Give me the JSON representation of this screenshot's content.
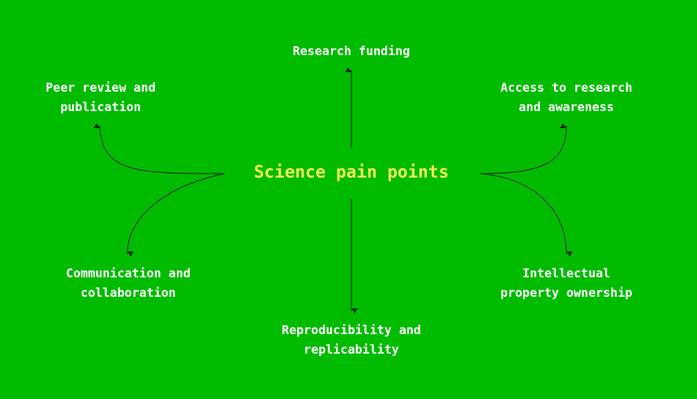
{
  "center": "Science pain points",
  "nodes": {
    "funding": [
      "Research funding"
    ],
    "peer": [
      "Peer review and",
      "publication"
    ],
    "access": [
      "Access to research",
      "and awareness"
    ],
    "comm": [
      "Communication and",
      "collaboration"
    ],
    "ip": [
      "Intellectual",
      "property ownership"
    ],
    "repro": [
      "Reproducibility and",
      "replicability"
    ]
  },
  "colors": {
    "background": "#01bb01",
    "center_text": "#eef253",
    "node_text": "#ffffff",
    "edges": "#0a2a0a"
  }
}
